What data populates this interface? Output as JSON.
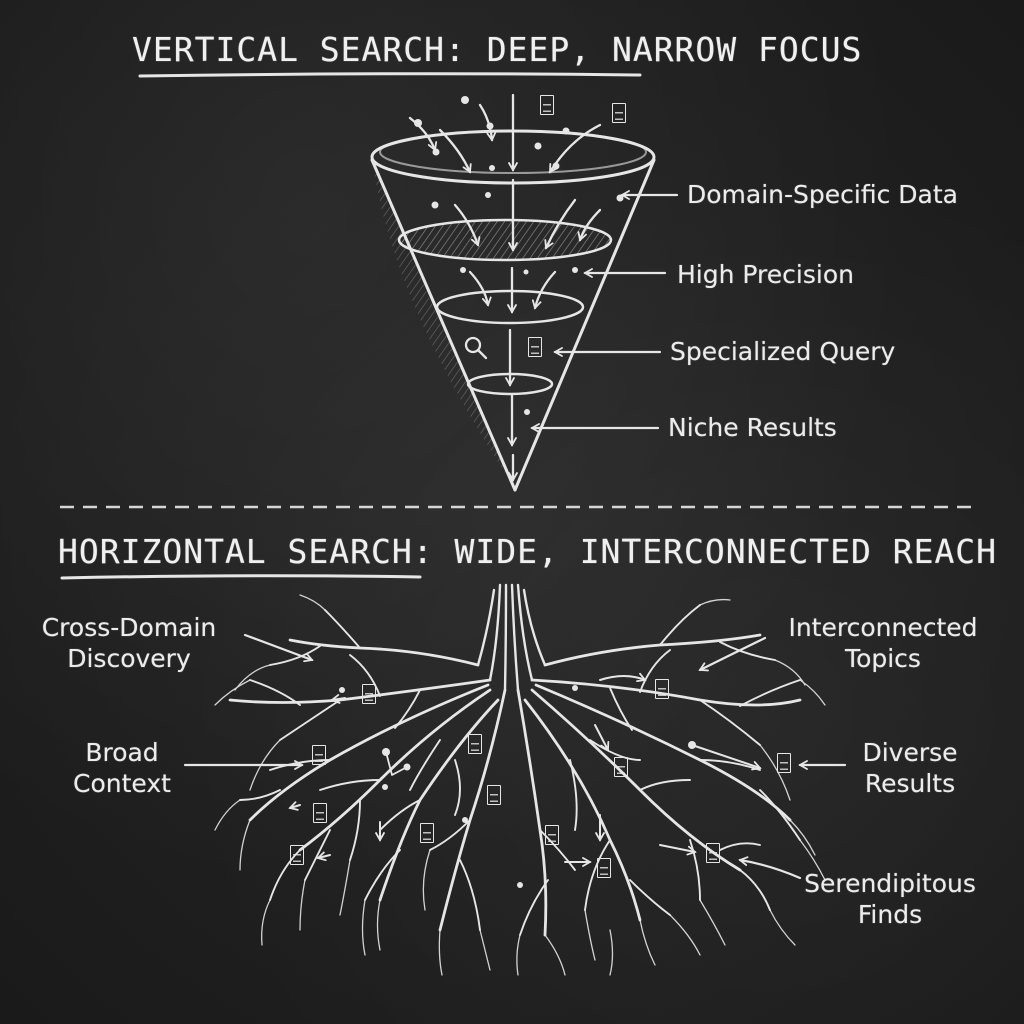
{
  "top_section": {
    "title": "VERTICAL SEARCH: DEEP, NARROW FOCUS",
    "labels": {
      "domain_specific_data": "Domain-Specific Data",
      "high_precision": "High Precision",
      "specialized_query": "Specialized Query",
      "niche_results": "Niche Results"
    },
    "icons": [
      "funnel-icon",
      "magnifier-icon",
      "document-icon",
      "arrow-icon"
    ]
  },
  "bottom_section": {
    "title": "HORIZONTAL SEARCH: WIDE, INTERCONNECTED REACH",
    "labels": {
      "cross_domain_line1": "Cross-Domain",
      "cross_domain_line2": "Discovery",
      "interconnected_line1": "Interconnected",
      "interconnected_line2": "Topics",
      "broad_line1": "Broad",
      "broad_line2": "Context",
      "diverse_line1": "Diverse",
      "diverse_line2": "Results",
      "serendipitous_line1": "Serendipitous",
      "serendipitous_line2": "Finds"
    },
    "icons": [
      "root-network-icon",
      "document-icon",
      "node-icon",
      "arrow-icon"
    ]
  },
  "colors": {
    "chalkboard": "#1e1e1e",
    "chalk": "#e6e6e6"
  }
}
